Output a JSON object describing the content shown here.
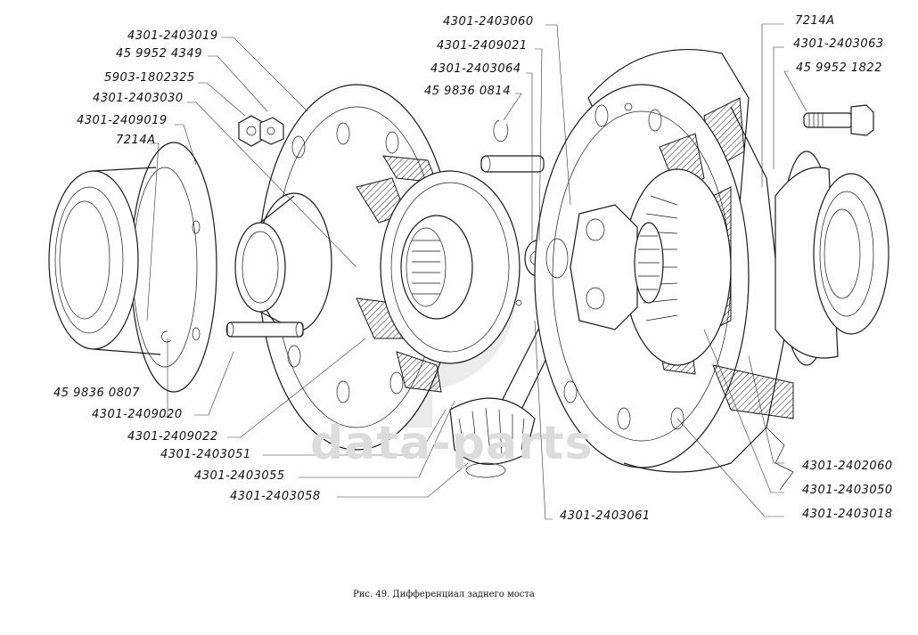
{
  "figure": {
    "caption": "Рис. 49.  Дифференциал заднего моста",
    "watermark": "data-parts",
    "colors": {
      "ink": "#1a1a1a",
      "background": "#ffffff",
      "watermark": "#dcdcdc"
    }
  },
  "labels": {
    "left": [
      "4301-2403019",
      "45 9952 4349",
      "5903-1802325",
      "4301-2403030",
      "4301-2409019",
      "7214A"
    ],
    "center_top": [
      "4301-2403060",
      "4301-2409021",
      "4301-2403064",
      "45 9836 0814"
    ],
    "right_top": [
      "7214A",
      "4301-2403063",
      "45 9952 1822"
    ],
    "bottom_left": [
      "45 9836 0807",
      "4301-2409020",
      "4301-2409022",
      "4301-2403051",
      "4301-2403055",
      "4301-2403058"
    ],
    "bottom_center": [
      "4301-2403061"
    ],
    "bottom_right": [
      "4301-2402060",
      "4301-2403050",
      "4301-2403018"
    ]
  }
}
